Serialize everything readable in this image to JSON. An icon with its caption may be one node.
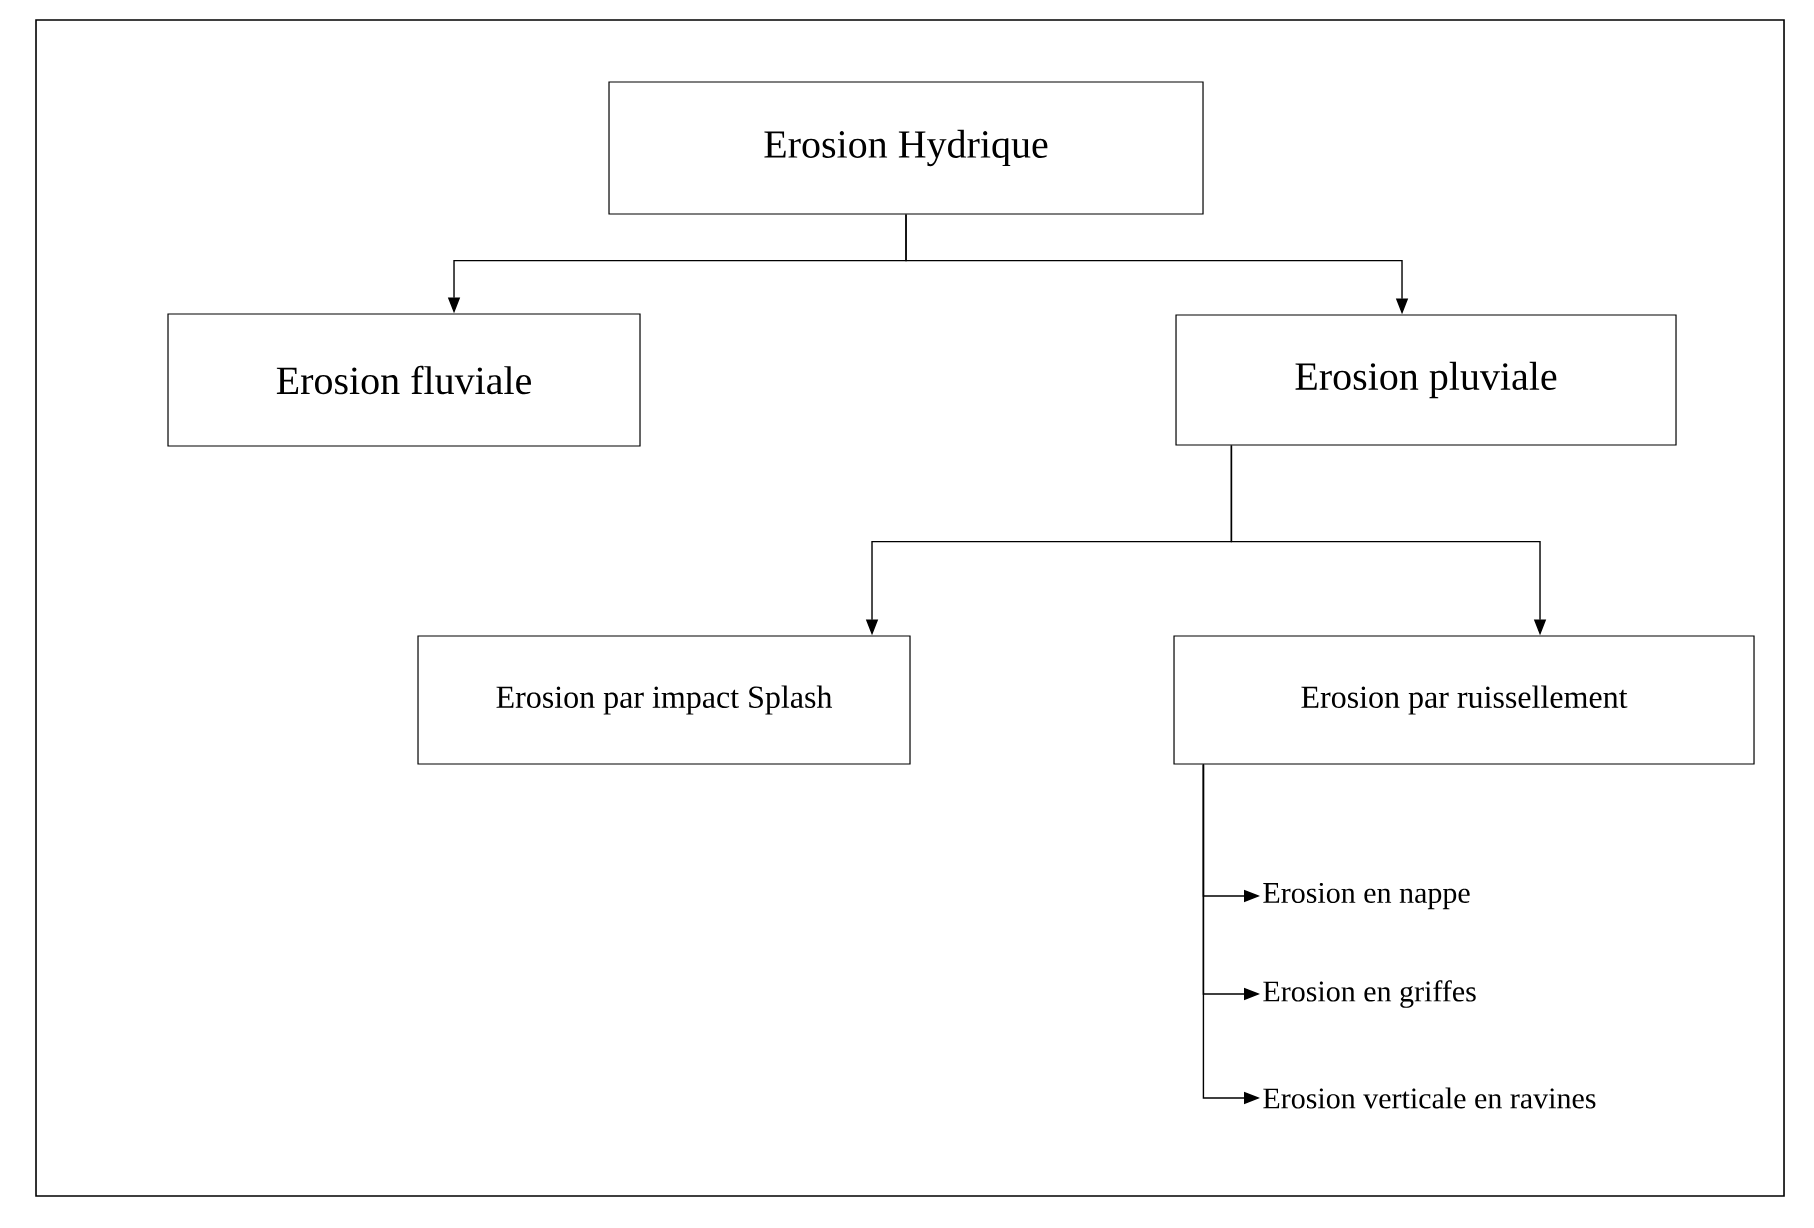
{
  "diagram": {
    "nodes": [
      {
        "text": [
          "Erosion Hydrique"
        ]
      },
      {
        "text": [
          "Erosion fluviale"
        ]
      },
      {
        "text": [
          "Erosion pluviale"
        ]
      },
      {
        "text": [
          "Erosion par impact Splash"
        ]
      },
      {
        "text": [
          "Erosion par ruissellement"
        ]
      },
      {
        "text": [
          "Erosion en nappe"
        ]
      },
      {
        "text": [
          "Erosion en griffes"
        ]
      },
      {
        "text": [
          "Erosion verticale en ravines"
        ]
      }
    ],
    "edges": [
      {
        "from": 0,
        "to": 1,
        "arrow": "to"
      },
      {
        "from": 0,
        "to": 2,
        "arrow": "to"
      },
      {
        "from": 2,
        "to": 3,
        "arrow": "to"
      },
      {
        "from": 2,
        "to": 4,
        "arrow": "to"
      },
      {
        "from": 4,
        "to": 5,
        "arrow": "to"
      },
      {
        "from": 4,
        "to": 6,
        "arrow": "to"
      },
      {
        "from": 4,
        "to": 7,
        "arrow": "to"
      }
    ]
  }
}
